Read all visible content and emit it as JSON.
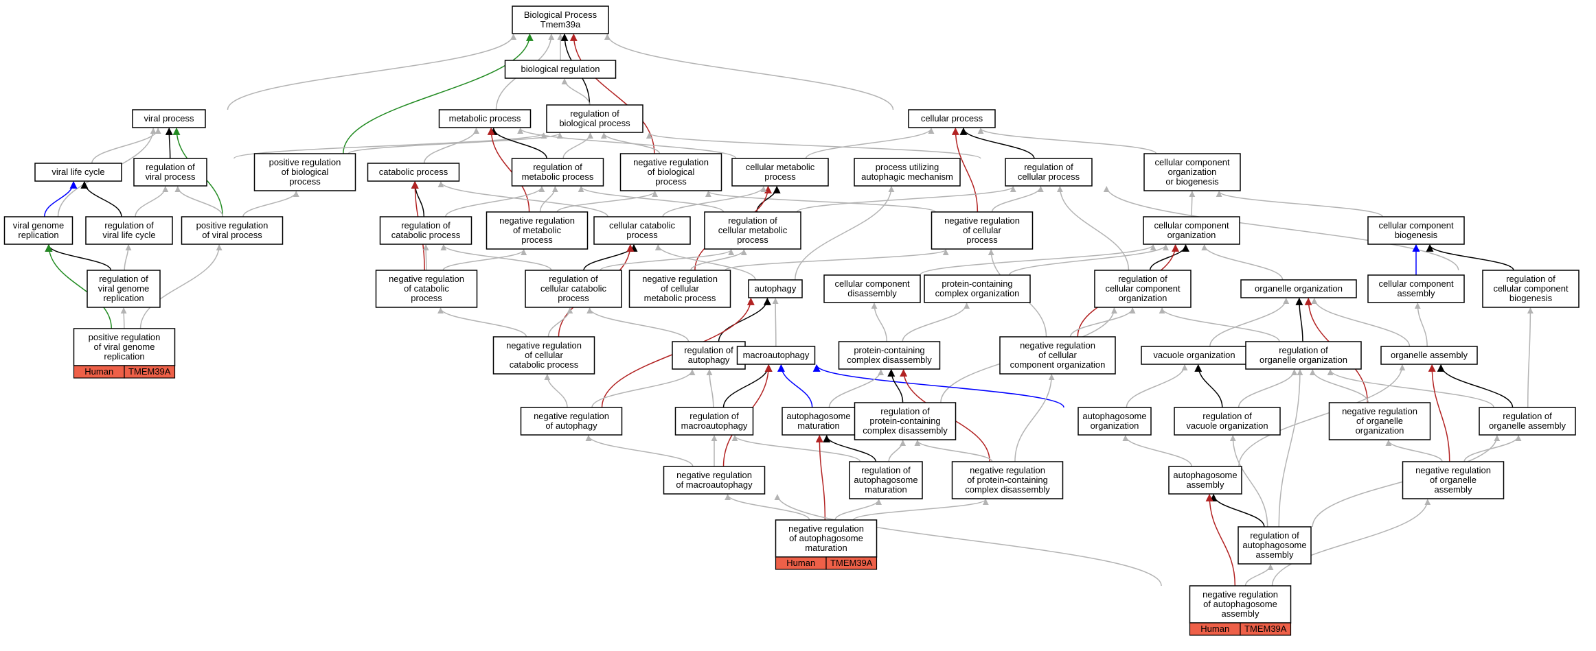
{
  "colors": {
    "is_a": "#b3b3b3",
    "part_of": "#000000",
    "regulates": "#000000",
    "positively_regulates": "#228b22",
    "negatively_regulates": "#b22222",
    "occurs_in": "#0000ff",
    "annotation_fill": "#ee6048"
  },
  "nodes": {
    "bp": [
      "Biological Process",
      "Tmem39a"
    ],
    "breg": [
      "biological regulation"
    ],
    "viral": [
      "viral process"
    ],
    "metab": [
      "metabolic process"
    ],
    "regbio": [
      "regulation of",
      "biological process"
    ],
    "cellp": [
      "cellular process"
    ],
    "vlc": [
      "viral life cycle"
    ],
    "regviral": [
      "regulation of",
      "viral process"
    ],
    "posbio": [
      "positive regulation",
      "of biological",
      "process"
    ],
    "catab": [
      "catabolic process"
    ],
    "regmet": [
      "regulation of",
      "metabolic process"
    ],
    "negbio": [
      "negative regulation",
      "of biological",
      "process"
    ],
    "cellmet": [
      "cellular metabolic",
      "process"
    ],
    "puam": [
      "process utilizing",
      "autophagic mechanism"
    ],
    "regcell": [
      "regulation of",
      "cellular process"
    ],
    "ccob": [
      "cellular component",
      "organization",
      "or biogenesis"
    ],
    "vgr": [
      "viral genome",
      "replication"
    ],
    "regvlc": [
      "regulation of",
      "viral life cycle"
    ],
    "posviral": [
      "positive regulation",
      "of viral process"
    ],
    "regcat": [
      "regulation of",
      "catabolic process"
    ],
    "negmet": [
      "negative regulation",
      "of metabolic",
      "process"
    ],
    "cellcat": [
      "cellular catabolic",
      "process"
    ],
    "regcellmet": [
      "regulation of",
      "cellular metabolic",
      "process"
    ],
    "negcell": [
      "negative regulation",
      "of cellular",
      "process"
    ],
    "cco": [
      "cellular component",
      "organization"
    ],
    "ccb": [
      "cellular component",
      "biogenesis"
    ],
    "regvgr": [
      "regulation of",
      "viral genome",
      "replication"
    ],
    "negcat": [
      "negative regulation",
      "of catabolic",
      "process"
    ],
    "regcellcat": [
      "regulation of",
      "cellular catabolic",
      "process"
    ],
    "negcellmet": [
      "negative regulation",
      "of cellular",
      "metabolic process"
    ],
    "autophagy": [
      "autophagy"
    ],
    "ccd": [
      "cellular component",
      "disassembly"
    ],
    "pcco": [
      "protein-containing",
      "complex organization"
    ],
    "regcco": [
      "regulation of",
      "cellular component",
      "organization"
    ],
    "orgorg": [
      "organelle organization"
    ],
    "cca": [
      "cellular component",
      "assembly"
    ],
    "regccb": [
      "regulation of",
      "cellular component",
      "biogenesis"
    ],
    "posvgr": [
      "positive regulation",
      "of viral genome",
      "replication"
    ],
    "negcellcat": [
      "negative regulation",
      "of cellular",
      "catabolic process"
    ],
    "regauto": [
      "regulation of",
      "autophagy"
    ],
    "macro": [
      "macroautophagy"
    ],
    "pccd": [
      "protein-containing",
      "complex disassembly"
    ],
    "negcco": [
      "negative regulation",
      "of cellular",
      "component organization"
    ],
    "vacorg": [
      "vacuole organization"
    ],
    "regorg": [
      "regulation of",
      "organelle organization"
    ],
    "orgasm": [
      "organelle assembly"
    ],
    "negauto": [
      "negative regulation",
      "of autophagy"
    ],
    "regmacro": [
      "regulation of",
      "macroautophagy"
    ],
    "apmat": [
      "autophagosome",
      "maturation"
    ],
    "regpccd": [
      "regulation of",
      "protein-containing",
      "complex disassembly"
    ],
    "aporg": [
      "autophagosome",
      "organization"
    ],
    "regvac": [
      "regulation of",
      "vacuole organization"
    ],
    "negorg": [
      "negative regulation",
      "of organelle",
      "organization"
    ],
    "regorgasm": [
      "regulation of",
      "organelle assembly"
    ],
    "negmacro": [
      "negative regulation",
      "of macroautophagy"
    ],
    "regapmat": [
      "regulation of",
      "autophagosome",
      "maturation"
    ],
    "negpccd": [
      "negative regulation",
      "of protein-containing",
      "complex disassembly"
    ],
    "apasm": [
      "autophagosome",
      "assembly"
    ],
    "negorgasm": [
      "negative regulation",
      "of organelle",
      "assembly"
    ],
    "negapmat": [
      "negative regulation",
      "of autophagosome",
      "maturation"
    ],
    "regapasm": [
      "regulation of",
      "autophagosome",
      "assembly"
    ],
    "negapasm": [
      "negative regulation",
      "of autophagosome",
      "assembly"
    ]
  },
  "annotations": {
    "posvgr": [
      "Human",
      "TMEM39A"
    ],
    "negapmat": [
      "Human",
      "TMEM39A"
    ],
    "negapasm": [
      "Human",
      "TMEM39A"
    ]
  },
  "edges": [
    [
      "breg",
      "bp",
      "is_a"
    ],
    [
      "viral",
      "bp",
      "is_a"
    ],
    [
      "cellp",
      "bp",
      "is_a"
    ],
    [
      "metab",
      "bp",
      "is_a"
    ],
    [
      "regbio",
      "bp",
      "regulates"
    ],
    [
      "posbio",
      "bp",
      "positively_regulates"
    ],
    [
      "negbio",
      "bp",
      "negatively_regulates"
    ],
    [
      "regbio",
      "breg",
      "is_a"
    ],
    [
      "vlc",
      "viral",
      "is_a"
    ],
    [
      "regviral",
      "viral",
      "regulates"
    ],
    [
      "posviral",
      "viral",
      "positively_regulates"
    ],
    [
      "vgr",
      "viral",
      "is_a"
    ],
    [
      "regviral",
      "regbio",
      "is_a"
    ],
    [
      "posbio",
      "regbio",
      "is_a"
    ],
    [
      "negbio",
      "regbio",
      "is_a"
    ],
    [
      "regmet",
      "regbio",
      "is_a"
    ],
    [
      "regcell",
      "regbio",
      "is_a"
    ],
    [
      "catab",
      "metab",
      "is_a"
    ],
    [
      "regmet",
      "metab",
      "regulates"
    ],
    [
      "negmet",
      "metab",
      "negatively_regulates"
    ],
    [
      "cellmet",
      "metab",
      "is_a"
    ],
    [
      "cellmet",
      "cellp",
      "is_a"
    ],
    [
      "regcell",
      "cellp",
      "regulates"
    ],
    [
      "negcell",
      "cellp",
      "negatively_regulates"
    ],
    [
      "ccob",
      "cellp",
      "is_a"
    ],
    [
      "vgr",
      "vlc",
      "occurs_in"
    ],
    [
      "regvlc",
      "vlc",
      "regulates"
    ],
    [
      "regvlc",
      "regviral",
      "is_a"
    ],
    [
      "posviral",
      "regviral",
      "is_a"
    ],
    [
      "posviral",
      "posbio",
      "is_a"
    ],
    [
      "regcat",
      "catab",
      "regulates"
    ],
    [
      "negcat",
      "catab",
      "negatively_regulates"
    ],
    [
      "cellcat",
      "catab",
      "is_a"
    ],
    [
      "regcat",
      "regmet",
      "is_a"
    ],
    [
      "negmet",
      "regmet",
      "is_a"
    ],
    [
      "regcellmet",
      "regmet",
      "is_a"
    ],
    [
      "negmet",
      "negbio",
      "is_a"
    ],
    [
      "negcell",
      "negbio",
      "is_a"
    ],
    [
      "regcellmet",
      "cellmet",
      "regulates"
    ],
    [
      "negcellmet",
      "cellmet",
      "negatively_regulates"
    ],
    [
      "cellcat",
      "cellmet",
      "is_a"
    ],
    [
      "autophagy",
      "puam",
      "is_a"
    ],
    [
      "regcellmet",
      "regcell",
      "is_a"
    ],
    [
      "negcell",
      "regcell",
      "is_a"
    ],
    [
      "regcco",
      "regcell",
      "is_a"
    ],
    [
      "regccb",
      "regcell",
      "is_a"
    ],
    [
      "cco",
      "ccob",
      "is_a"
    ],
    [
      "ccb",
      "ccob",
      "is_a"
    ],
    [
      "regvgr",
      "vgr",
      "regulates"
    ],
    [
      "posvgr",
      "vgr",
      "positively_regulates"
    ],
    [
      "regvgr",
      "regvlc",
      "is_a"
    ],
    [
      "posvgr",
      "regvgr",
      "is_a"
    ],
    [
      "posvgr",
      "posviral",
      "is_a"
    ],
    [
      "negcat",
      "regcat",
      "is_a"
    ],
    [
      "regcellcat",
      "regcat",
      "is_a"
    ],
    [
      "negcat",
      "negmet",
      "is_a"
    ],
    [
      "regcellcat",
      "cellcat",
      "regulates"
    ],
    [
      "negcellcat",
      "cellcat",
      "negatively_regulates"
    ],
    [
      "autophagy",
      "cellcat",
      "is_a"
    ],
    [
      "regcellcat",
      "regcellmet",
      "is_a"
    ],
    [
      "negcellmet",
      "regcellmet",
      "is_a"
    ],
    [
      "negcellmet",
      "negcell",
      "is_a"
    ],
    [
      "negcco",
      "negcell",
      "is_a"
    ],
    [
      "regcco",
      "cco",
      "regulates"
    ],
    [
      "negcco",
      "cco",
      "negatively_regulates"
    ],
    [
      "ccd",
      "cco",
      "is_a"
    ],
    [
      "pcco",
      "cco",
      "is_a"
    ],
    [
      "orgorg",
      "cco",
      "is_a"
    ],
    [
      "cca",
      "ccb",
      "occurs_in"
    ],
    [
      "regccb",
      "ccb",
      "regulates"
    ],
    [
      "negcellcat",
      "regcellcat",
      "is_a"
    ],
    [
      "negcellcat",
      "negcat",
      "is_a"
    ],
    [
      "regauto",
      "autophagy",
      "regulates"
    ],
    [
      "negauto",
      "autophagy",
      "negatively_regulates"
    ],
    [
      "macro",
      "autophagy",
      "is_a"
    ],
    [
      "pccd",
      "ccd",
      "is_a"
    ],
    [
      "pccd",
      "pcco",
      "is_a"
    ],
    [
      "negcco",
      "regcco",
      "is_a"
    ],
    [
      "regorg",
      "regcco",
      "is_a"
    ],
    [
      "regpccd",
      "regcco",
      "is_a"
    ],
    [
      "regorg",
      "orgorg",
      "regulates"
    ],
    [
      "negorg",
      "orgorg",
      "negatively_regulates"
    ],
    [
      "vacorg",
      "orgorg",
      "is_a"
    ],
    [
      "orgasm",
      "orgorg",
      "is_a"
    ],
    [
      "orgasm",
      "cca",
      "is_a"
    ],
    [
      "regorgasm",
      "regccb",
      "is_a"
    ],
    [
      "regauto",
      "regcellcat",
      "is_a"
    ],
    [
      "negauto",
      "regauto",
      "is_a"
    ],
    [
      "negauto",
      "negcellcat",
      "is_a"
    ],
    [
      "regmacro",
      "macro",
      "regulates"
    ],
    [
      "negmacro",
      "macro",
      "negatively_regulates"
    ],
    [
      "apmat",
      "macro",
      "occurs_in"
    ],
    [
      "aporg",
      "macro",
      "occurs_in"
    ],
    [
      "regpccd",
      "pccd",
      "regulates"
    ],
    [
      "negpccd",
      "pccd",
      "negatively_regulates"
    ],
    [
      "apmat",
      "pccd",
      "is_a"
    ],
    [
      "negpccd",
      "negcco",
      "is_a"
    ],
    [
      "regvac",
      "vacorg",
      "regulates"
    ],
    [
      "aporg",
      "vacorg",
      "is_a"
    ],
    [
      "negorg",
      "regorg",
      "is_a"
    ],
    [
      "regvac",
      "regorg",
      "is_a"
    ],
    [
      "regorgasm",
      "regorg",
      "is_a"
    ],
    [
      "regapasm",
      "regorg",
      "is_a"
    ],
    [
      "regorgasm",
      "orgasm",
      "regulates"
    ],
    [
      "negorgasm",
      "orgasm",
      "negatively_regulates"
    ],
    [
      "apasm",
      "orgasm",
      "is_a"
    ],
    [
      "regmacro",
      "regauto",
      "is_a"
    ],
    [
      "negmacro",
      "negauto",
      "is_a"
    ],
    [
      "negmacro",
      "regmacro",
      "is_a"
    ],
    [
      "regapmat",
      "regmacro",
      "is_a"
    ],
    [
      "regapmat",
      "apmat",
      "regulates"
    ],
    [
      "negapmat",
      "apmat",
      "negatively_regulates"
    ],
    [
      "regapmat",
      "regpccd",
      "is_a"
    ],
    [
      "negpccd",
      "regpccd",
      "is_a"
    ],
    [
      "apasm",
      "aporg",
      "is_a"
    ],
    [
      "regapasm",
      "regvac",
      "is_a"
    ],
    [
      "negorgasm",
      "negorg",
      "is_a"
    ],
    [
      "negorgasm",
      "regorgasm",
      "is_a"
    ],
    [
      "negapmat",
      "negmacro",
      "is_a"
    ],
    [
      "negapmat",
      "regapmat",
      "is_a"
    ],
    [
      "negapmat",
      "negpccd",
      "is_a"
    ],
    [
      "regapasm",
      "apasm",
      "regulates"
    ],
    [
      "negapasm",
      "apasm",
      "negatively_regulates"
    ],
    [
      "regapasm",
      "regorgasm",
      "is_a"
    ],
    [
      "negapasm",
      "regapasm",
      "is_a"
    ],
    [
      "negapasm",
      "negmacro",
      "is_a"
    ],
    [
      "negapasm",
      "negorgasm",
      "is_a"
    ]
  ]
}
